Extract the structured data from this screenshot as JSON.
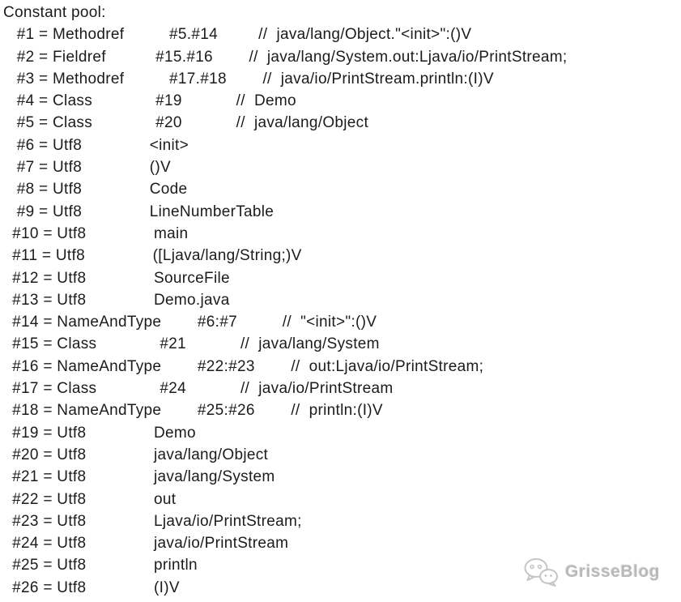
{
  "pool": {
    "title": "Constant pool:",
    "comment_prefix": "//",
    "entries": [
      {
        "index": "#1",
        "type": "Methodref",
        "operand": "#5.#14",
        "comment": "java/lang/Object.\"<init>\":()V"
      },
      {
        "index": "#2",
        "type": "Fieldref",
        "operand": "#15.#16",
        "comment": "java/lang/System.out:Ljava/io/PrintStream;"
      },
      {
        "index": "#3",
        "type": "Methodref",
        "operand": "#17.#18",
        "comment": "java/io/PrintStream.println:(I)V"
      },
      {
        "index": "#4",
        "type": "Class",
        "operand": "#19",
        "comment": "Demo"
      },
      {
        "index": "#5",
        "type": "Class",
        "operand": "#20",
        "comment": "java/lang/Object"
      },
      {
        "index": "#6",
        "type": "Utf8",
        "operand": "<init>"
      },
      {
        "index": "#7",
        "type": "Utf8",
        "operand": "()V"
      },
      {
        "index": "#8",
        "type": "Utf8",
        "operand": "Code"
      },
      {
        "index": "#9",
        "type": "Utf8",
        "operand": "LineNumberTable"
      },
      {
        "index": "#10",
        "type": "Utf8",
        "operand": "main"
      },
      {
        "index": "#11",
        "type": "Utf8",
        "operand": "([Ljava/lang/String;)V"
      },
      {
        "index": "#12",
        "type": "Utf8",
        "operand": "SourceFile"
      },
      {
        "index": "#13",
        "type": "Utf8",
        "operand": "Demo.java"
      },
      {
        "index": "#14",
        "type": "NameAndType",
        "operand": "#6:#7",
        "comment": "\"<init>\":()V"
      },
      {
        "index": "#15",
        "type": "Class",
        "operand": "#21",
        "comment": "java/lang/System"
      },
      {
        "index": "#16",
        "type": "NameAndType",
        "operand": "#22:#23",
        "comment": "out:Ljava/io/PrintStream;"
      },
      {
        "index": "#17",
        "type": "Class",
        "operand": "#24",
        "comment": "java/io/PrintStream"
      },
      {
        "index": "#18",
        "type": "NameAndType",
        "operand": "#25:#26",
        "comment": "println:(I)V"
      },
      {
        "index": "#19",
        "type": "Utf8",
        "operand": "Demo"
      },
      {
        "index": "#20",
        "type": "Utf8",
        "operand": "java/lang/Object"
      },
      {
        "index": "#21",
        "type": "Utf8",
        "operand": "java/lang/System"
      },
      {
        "index": "#22",
        "type": "Utf8",
        "operand": "out"
      },
      {
        "index": "#23",
        "type": "Utf8",
        "operand": "Ljava/io/PrintStream;"
      },
      {
        "index": "#24",
        "type": "Utf8",
        "operand": "java/io/PrintStream"
      },
      {
        "index": "#25",
        "type": "Utf8",
        "operand": "println"
      },
      {
        "index": "#26",
        "type": "Utf8",
        "operand": "(I)V"
      }
    ]
  },
  "watermark": {
    "text": "GrisseBlog",
    "icon": "wechat-chat-bubbles-icon",
    "color": "#b7babd"
  },
  "colors": {
    "background": "#ffffff",
    "text": "#1b1b1b"
  }
}
